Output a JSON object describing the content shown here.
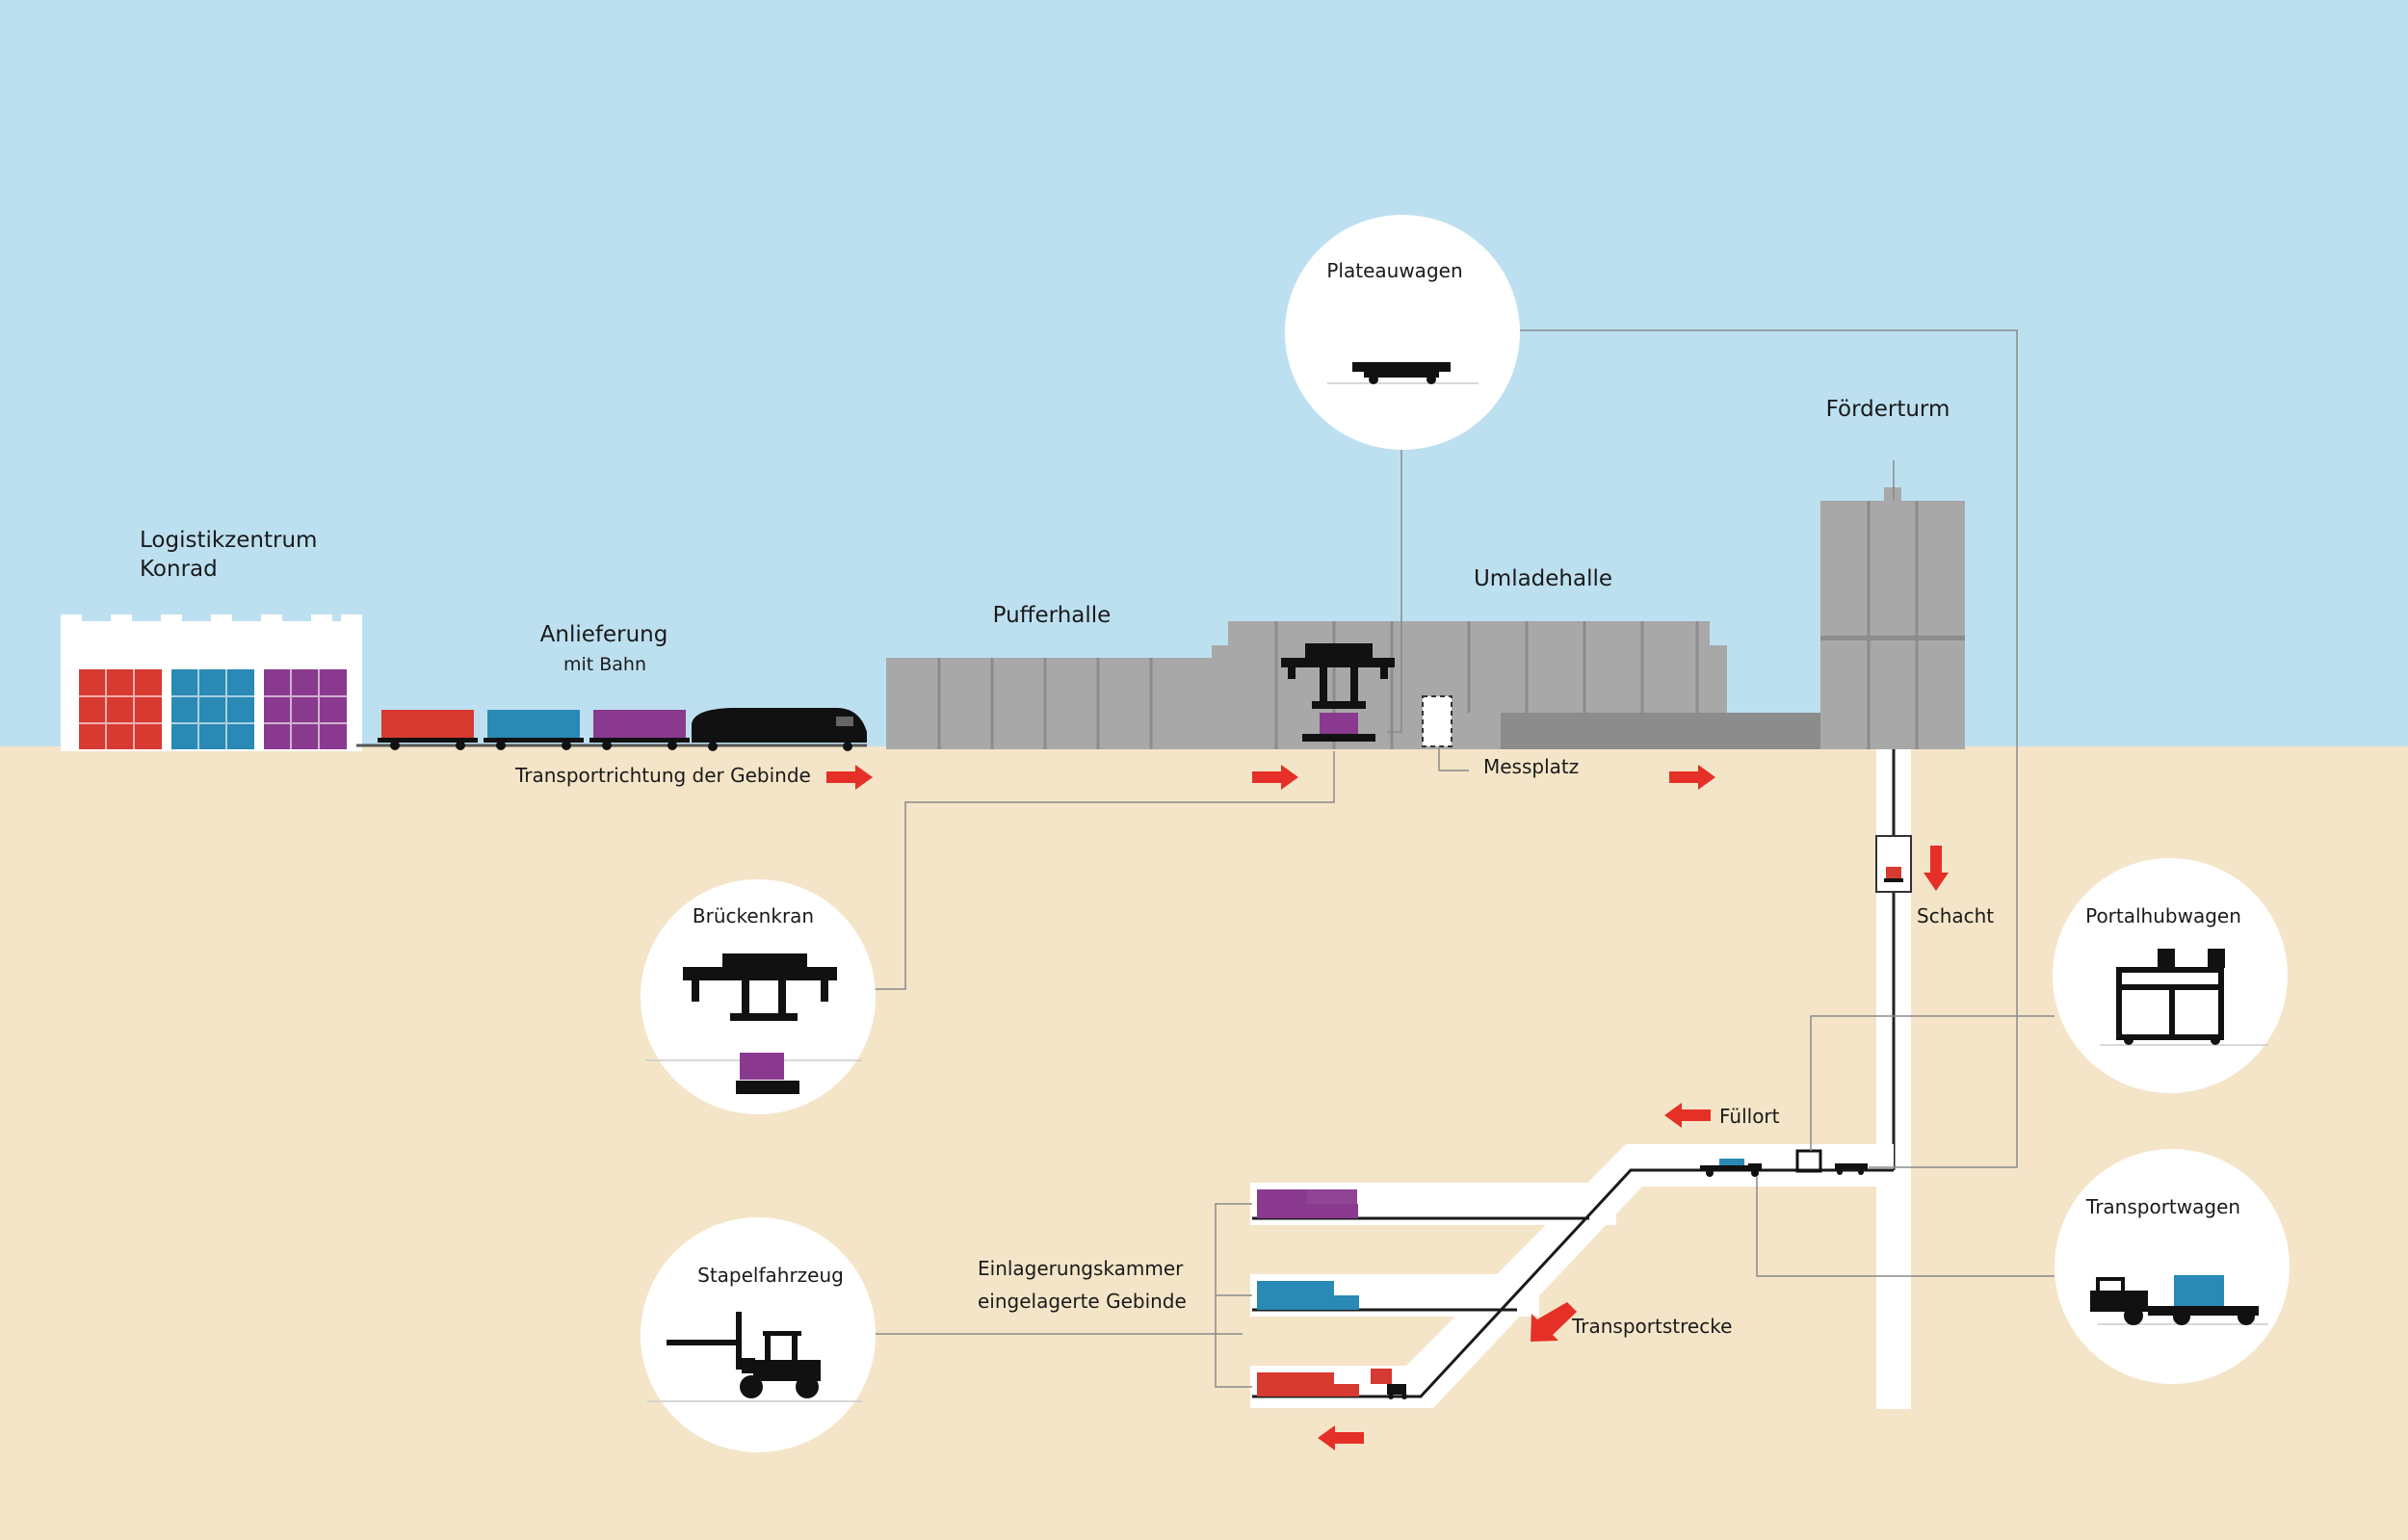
{
  "colors": {
    "sky": "#bde0f0",
    "ground": "#f4e5c8",
    "building": "#a8a8a8",
    "building_dark": "#8c8c8c",
    "red": "#d63a30",
    "blue": "#2a89b5",
    "purple": "#8a3a8e",
    "black": "#111111",
    "arrow": "#e53027",
    "line": "#7a7a7a",
    "circle": "#ffffff"
  },
  "labels": {
    "logistik_line1": "Logistikzentrum",
    "logistik_line2": "Konrad",
    "anlieferung": "Anlieferung",
    "mit_bahn": "mit Bahn",
    "pufferhalle": "Pufferhalle",
    "umladehalle": "Umladehalle",
    "foerderturm": "Förderturm",
    "transportrichtung": "Transportrichtung der Gebinde",
    "messplatz": "Messplatz",
    "schacht": "Schacht",
    "fuellort": "Füllort",
    "transportstrecke": "Transportstrecke",
    "einlagerung_line1": "Einlagerungskammer",
    "einlagerung_line2": "eingelagerte Gebinde"
  },
  "callouts": {
    "plateauwagen": "Plateauwagen",
    "brueckenkran": "Brückenkran",
    "portalhubwagen": "Portalhubwagen",
    "transportwagen": "Transportwagen",
    "stapelfahrzeug": "Stapelfahrzeug"
  },
  "icons": {
    "arrow": "arrow-icon",
    "plateauwagen": "plateau-wagon-icon",
    "brueckenkran": "bridge-crane-icon",
    "portalhubwagen": "portal-lift-truck-icon",
    "transportwagen": "transport-wagon-icon",
    "stapelfahrzeug": "forklift-icon"
  }
}
